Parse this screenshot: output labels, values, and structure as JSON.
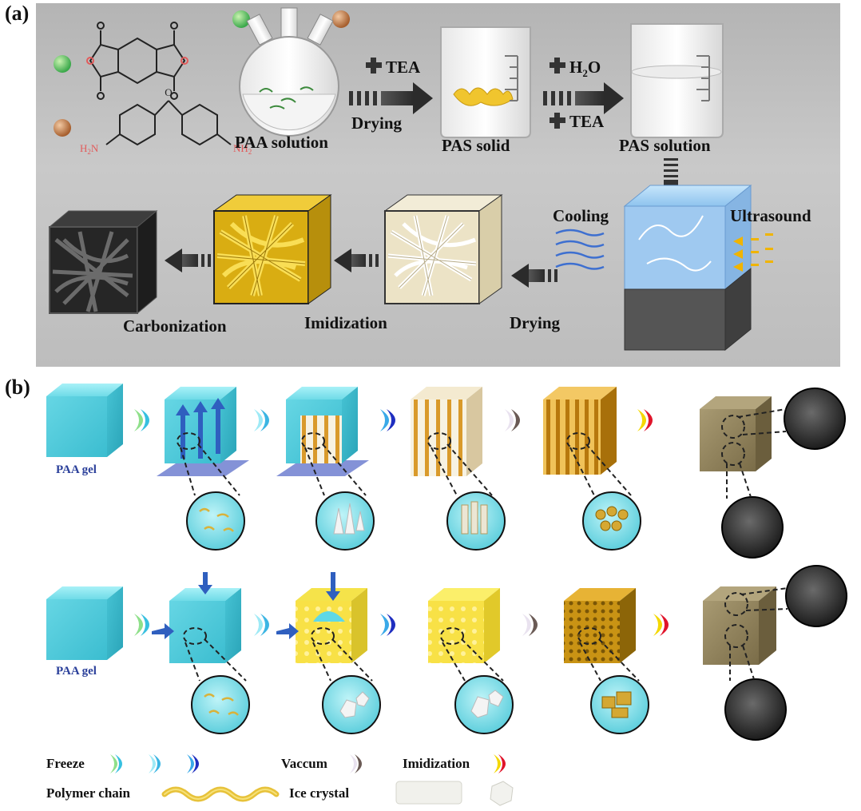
{
  "panel_a": {
    "label": "(a)",
    "steps": {
      "paa_solution": "PAA solution",
      "pas_solid": "PAS solid",
      "pas_solution": "PAS solution",
      "carbonization": "Carbonization",
      "imidization": "Imidization",
      "drying": "Drying"
    },
    "arrows": {
      "tea": "TEA",
      "drying": "Drying",
      "h2o": "H",
      "h2o_sub": "2",
      "h2o_tail": "O",
      "tea2": "TEA",
      "cooling": "Cooling",
      "ultrasound": "Ultrasound"
    },
    "molecules": {
      "amine_left": "H",
      "amine_left_sub": "2",
      "amine_left_tail": "N",
      "amine_right": "NH",
      "amine_right_sub": "2",
      "oxygen": "O"
    }
  },
  "panel_b": {
    "label": "(b)",
    "rows": [
      {
        "gel_label": "PAA gel"
      },
      {
        "gel_label": "PAA gel"
      }
    ]
  },
  "legend": {
    "freeze": "Freeze",
    "vaccum": "Vaccum",
    "imidization": "Imidization",
    "polymer_chain": "Polymer chain",
    "ice_crystal": "Ice crystal"
  },
  "colors": {
    "panel_bg": "#bdbdbd",
    "cyan_gel": "#5fd8e6",
    "gold": "#e3b712",
    "dark_carbon": "#2c2c2c",
    "label_blue": "#2a3f9a"
  }
}
